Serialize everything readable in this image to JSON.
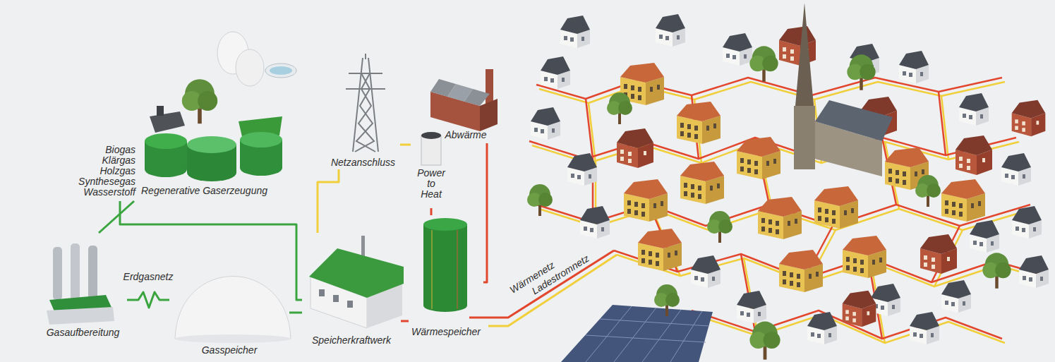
{
  "diagram": {
    "nodes": [
      {
        "text": [
          "Biogas Klärgas Holzgas Synthesegas Wasserstoff",
          "Regenerative Gaserzeugung"
        ]
      },
      {
        "text": [
          "Gasaufbereitung"
        ]
      },
      {
        "text": [
          "Gasspeicher"
        ]
      },
      {
        "text": [
          "Speicherkraftwerk"
        ]
      },
      {
        "text": [
          "Netzanschluss"
        ]
      },
      {
        "text": [
          "Power to Heat"
        ]
      },
      {
        "text": [
          "Abwärme"
        ]
      },
      {
        "text": [
          "Wärmespeicher"
        ]
      }
    ],
    "edges": [
      {
        "from": 0,
        "to": 1,
        "arrow": "none"
      },
      {
        "from": 0,
        "to": 3,
        "arrow": "none"
      },
      {
        "from": 1,
        "to": 2,
        "label": "Erdgasnetz",
        "arrow": "none"
      },
      {
        "from": 2,
        "to": 3,
        "arrow": "none"
      },
      {
        "from": 4,
        "to": 3,
        "arrow": "none"
      },
      {
        "from": 4,
        "to": 5,
        "arrow": "none"
      },
      {
        "from": 5,
        "to": 7,
        "arrow": "none"
      },
      {
        "from": 6,
        "to": 7,
        "arrow": "none"
      },
      {
        "from": 3,
        "to": 7,
        "arrow": "none"
      }
    ],
    "labels": [
      "Wärmenetz",
      "Ladestromnetz"
    ]
  }
}
